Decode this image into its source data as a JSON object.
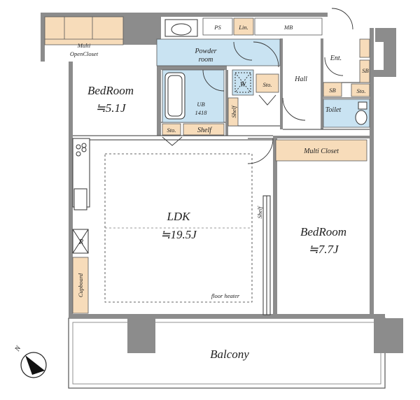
{
  "rooms": {
    "bedroom1": {
      "name": "BedRoom",
      "area": "≒5.1J"
    },
    "bedroom2": {
      "name": "BedRoom",
      "area": "≒7.7J"
    },
    "ldk": {
      "name": "LDK",
      "area": "≒19.5J"
    },
    "balcony": {
      "name": "Balcony"
    }
  },
  "labels": {
    "multi_open_closet_1": "Multi",
    "multi_open_closet_2": "OpenCloset",
    "ps": "PS",
    "lin": "Lin.",
    "mb": "MB",
    "powder_1": "Powder",
    "powder_2": "room",
    "ent": "Ent.",
    "sb_1": "SB",
    "sb_2": "SB",
    "sto_ent": "Sto.",
    "hall": "Hall",
    "w": "W",
    "sto_bath": "Sto.",
    "ub_1": "UB",
    "ub_2": "1418",
    "toilet": "Toilet",
    "shelf_hall": "Shelf",
    "sto_bottom": "Sto.",
    "shelf_bottom": "Shelf",
    "multi_closet": "Multi Closet",
    "shelf_ldk": "Shelf",
    "r": "R",
    "cupboard": "Cupboard",
    "floor_heater": "floor heater",
    "north": "N"
  },
  "colors": {
    "wall": "#8c8c8c",
    "storage": "#f7dcba",
    "wet_area": "#c9e3f2",
    "line": "#333333"
  }
}
